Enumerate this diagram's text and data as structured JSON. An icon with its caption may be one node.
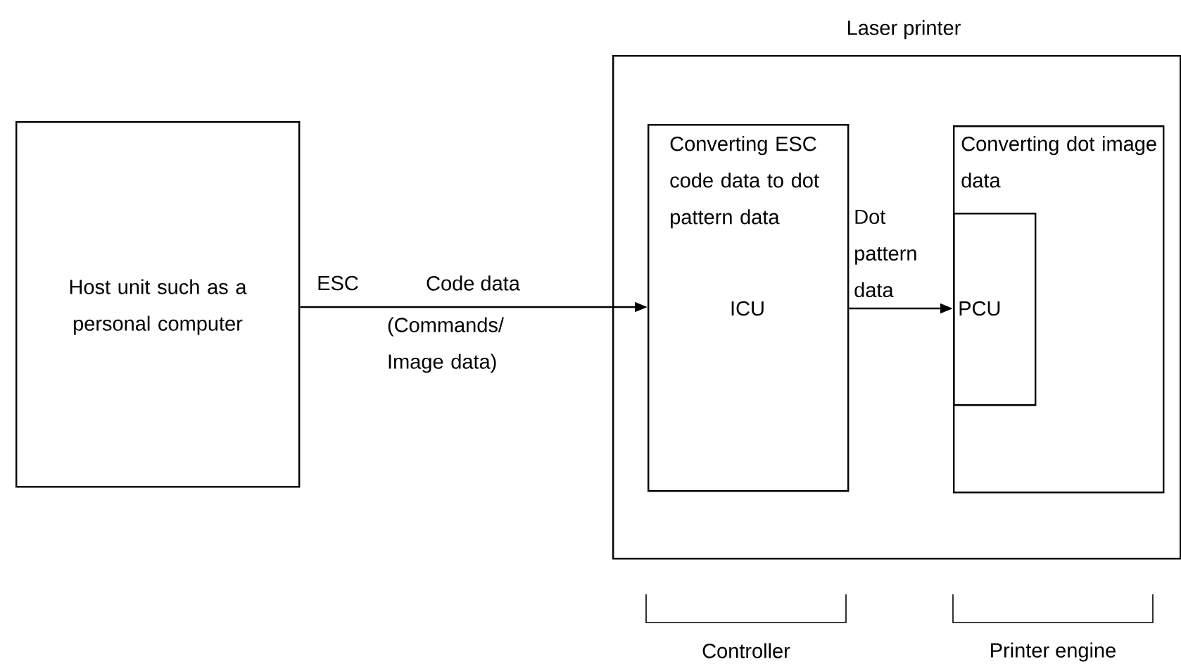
{
  "diagram": {
    "nodes": [
      {
        "text": [
          "Host unit such as a personal computer"
        ]
      },
      {
        "text": [
          "Laser printer"
        ]
      },
      {
        "text": [
          "Converting ESC code data to dot pattern data",
          "ICU"
        ],
        "in": 1
      },
      {
        "text": [
          "Converting dot image data"
        ],
        "in": 1
      },
      {
        "text": [
          "PCU"
        ],
        "in": 3
      }
    ],
    "edges": [
      {
        "from": 0,
        "to": 2,
        "arrow": "to",
        "label": "Code data"
      },
      {
        "from": 2,
        "to": 4,
        "arrow": "to",
        "label": "Dot pattern data"
      }
    ],
    "labels": [
      "ESC",
      "(Commands/ Image data)",
      "Controller",
      "Printer engine"
    ]
  }
}
